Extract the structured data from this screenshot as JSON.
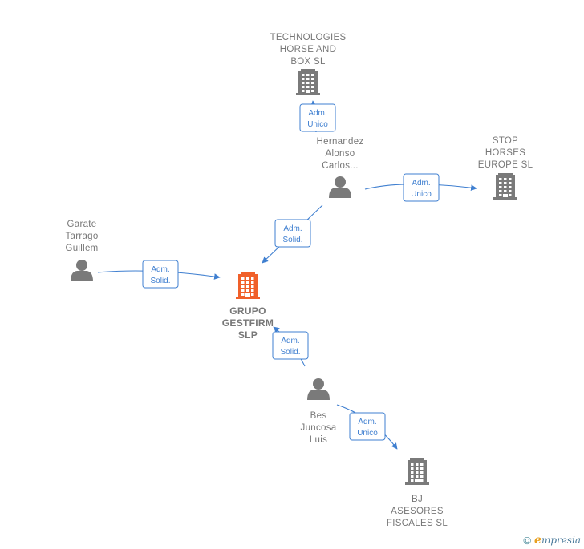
{
  "nodes": [
    {
      "id": "grupo",
      "kind": "company",
      "highlight": true,
      "lines": [
        "GRUPO",
        "GESTFIRM",
        "SLP"
      ]
    },
    {
      "id": "tech",
      "kind": "company",
      "lines": [
        "TECHNOLOGIES",
        "HORSE AND",
        "BOX  SL"
      ]
    },
    {
      "id": "stop",
      "kind": "company",
      "lines": [
        "STOP",
        "HORSES",
        "EUROPE  SL"
      ]
    },
    {
      "id": "bj",
      "kind": "company",
      "lines": [
        "BJ",
        "ASESORES",
        "FISCALES  SL"
      ]
    },
    {
      "id": "hernandez",
      "kind": "person",
      "lines": [
        "Hernandez",
        "Alonso",
        "Carlos..."
      ]
    },
    {
      "id": "garate",
      "kind": "person",
      "lines": [
        "Garate",
        "Tarrago",
        "Guillem"
      ]
    },
    {
      "id": "bes",
      "kind": "person",
      "lines": [
        "Bes",
        "Juncosa",
        "Luis"
      ]
    }
  ],
  "edges": [
    {
      "from": "hernandez",
      "to": "tech",
      "label": [
        "Adm.",
        "Unico"
      ]
    },
    {
      "from": "hernandez",
      "to": "stop",
      "label": [
        "Adm.",
        "Unico"
      ]
    },
    {
      "from": "hernandez",
      "to": "grupo",
      "label": [
        "Adm.",
        "Solid."
      ]
    },
    {
      "from": "garate",
      "to": "grupo",
      "label": [
        "Adm.",
        "Solid."
      ]
    },
    {
      "from": "bes",
      "to": "grupo",
      "label": [
        "Adm.",
        "Solid."
      ]
    },
    {
      "from": "bes",
      "to": "bj",
      "label": [
        "Adm.",
        "Unico"
      ]
    }
  ],
  "colors": {
    "edge": "#3f7fd0",
    "icon": "#7a7a7a",
    "highlight": "#f0602a",
    "label": "#777777"
  },
  "footer": {
    "copyright_icon": "©",
    "brand_first": "e",
    "brand_rest": "mpresia"
  }
}
